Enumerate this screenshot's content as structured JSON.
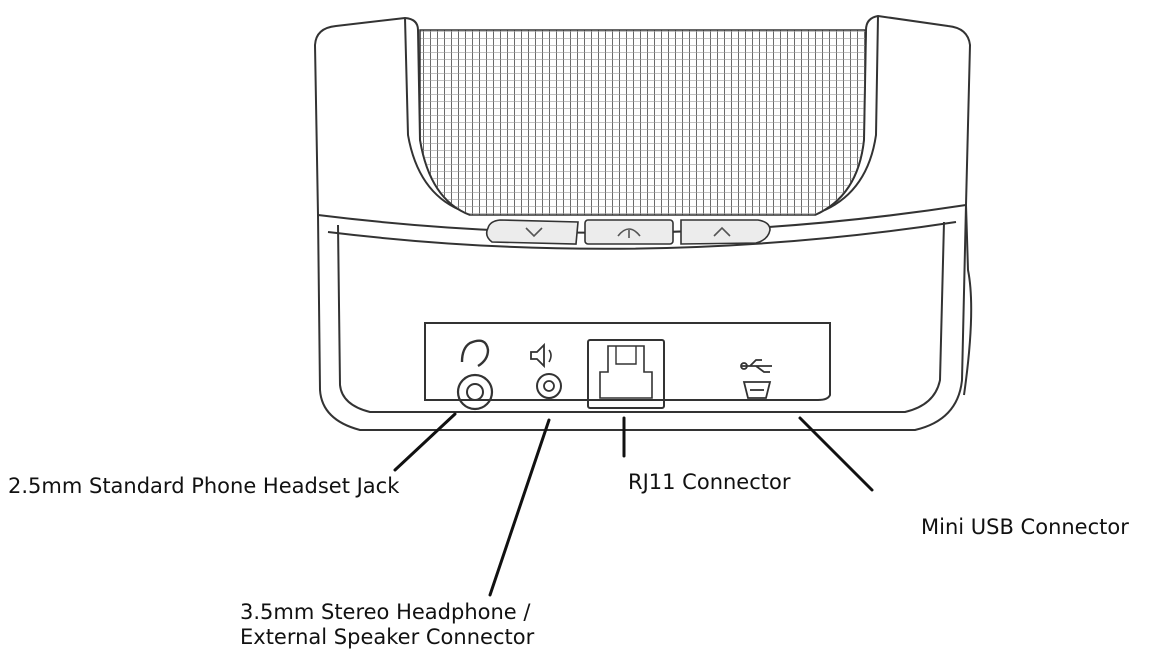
{
  "callouts": {
    "headset_jack": "2.5mm Standard Phone Headset Jack",
    "rj11": "RJ11 Connector",
    "mini_usb": "Mini USB Connector",
    "stereo_line1": "3.5mm Stereo Headphone /",
    "stereo_line2": "External Speaker Connector"
  },
  "colors": {
    "outline": "#333333",
    "leader_line": "#111111",
    "background": "#ffffff"
  }
}
